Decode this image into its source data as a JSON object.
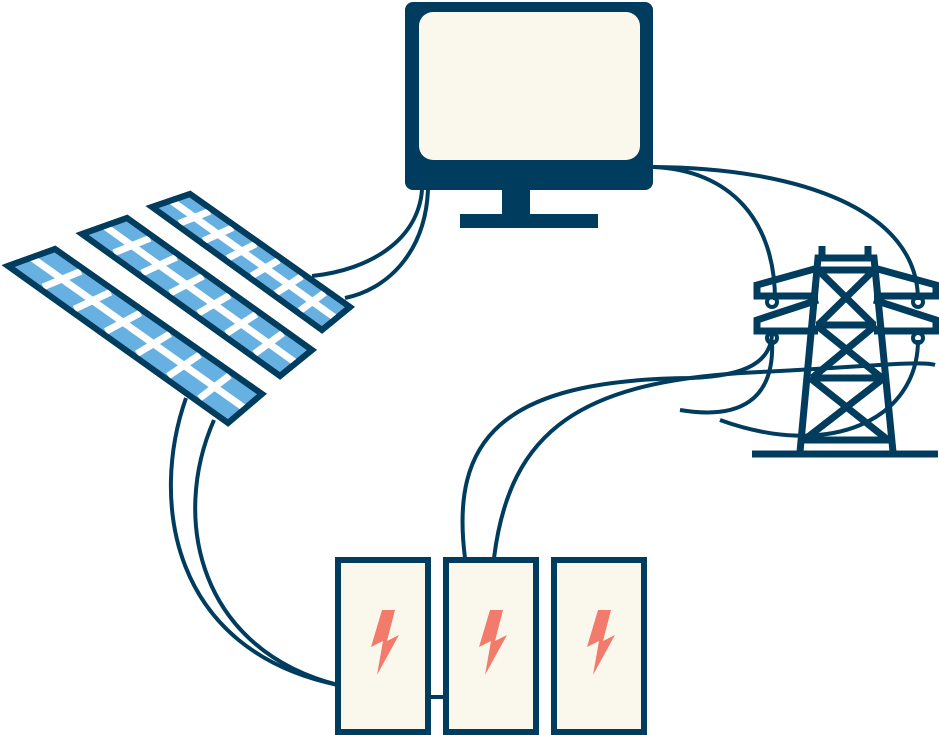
{
  "colors": {
    "outline": "#003c5d",
    "screen": "#faf8ec",
    "panel_cell": "#67b0e2",
    "bolt": "#f37b6b",
    "background": "#ffffff"
  },
  "components": [
    {
      "name": "computer-monitor",
      "icon": "monitor-icon"
    },
    {
      "name": "solar-panels",
      "icon": "solar-panel-icon",
      "count": 3
    },
    {
      "name": "power-tower",
      "icon": "transmission-tower-icon"
    },
    {
      "name": "batteries",
      "icon": "battery-icon",
      "count": 3
    }
  ]
}
